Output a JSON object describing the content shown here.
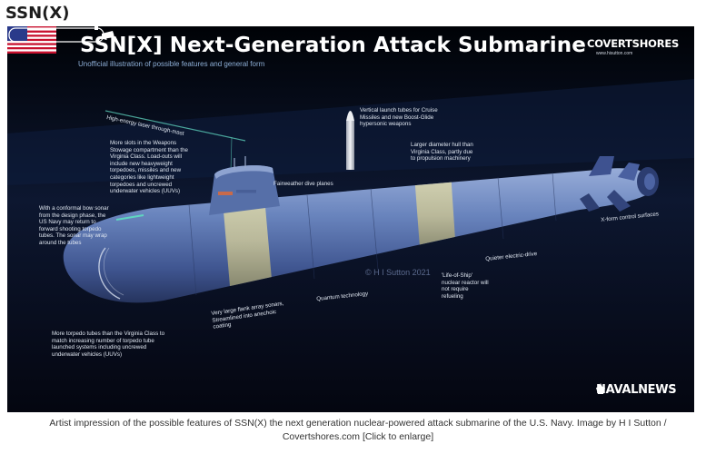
{
  "page": {
    "heading": "SSN(X)"
  },
  "figure": {
    "title": "SSN[X] Next-Generation Attack Submarine",
    "subtitle": "Unofficial illustration of possible features and general form",
    "logo": {
      "name": "COVERTSHORES",
      "url": "www.hisutton.com"
    },
    "watermark": "© H I Sutton  2021",
    "naval_logo": "NAVALNEWS",
    "annotations": {
      "laser": "High-energy laser through-mast",
      "weapons_stowage": "More slots in the Weapons Stowage compartment than the Virginia Class. Load-outs will include new heavyweight torpedoes, missiles and new categories like lightweight torpedoes and uncrewed underwater vehicles (UUVs)",
      "vertical_launch": "Vertical launch tubes for Cruise Missiles and new Boost-Glide hypersonic weapons",
      "larger_hull": "Larger diameter hull than Virginia Class, partly due to propulsion machinery",
      "bow_sonar": "With a conformal bow sonar from the design phase, the US Navy may return to forward shooting torpedo tubes. The sonar may wrap around the tubes",
      "fairweather": "Fairweather dive planes",
      "x_form": "X-form control surfaces",
      "quieter": "Quieter electric-drive",
      "life_of_ship": "'Life-of-Ship' nuclear reactor will not require refueling",
      "quantum": "Quantum technology",
      "flank_array": "Very large flank array sonars, Streamlined into anechoic coating",
      "torpedo_tubes": "More torpedo tubes than the Virginia Class to match increasing number of torpedo tube launched systems including uncrewed underwater vehicles (UUVs)"
    }
  },
  "caption": "Artist impression of the possible features of SSN(X) the next generation nuclear-powered attack submarine of the U.S. Navy. Image by H I Sutton / Covertshores.com [Click to enlarge]",
  "colors": {
    "background": "#0a0c14",
    "hull": "#5a74ae",
    "tile_band": "#b9b89a",
    "text": "#dfe6f0",
    "subtitle": "#8fb0d8",
    "laser": "#5fd6c0"
  }
}
